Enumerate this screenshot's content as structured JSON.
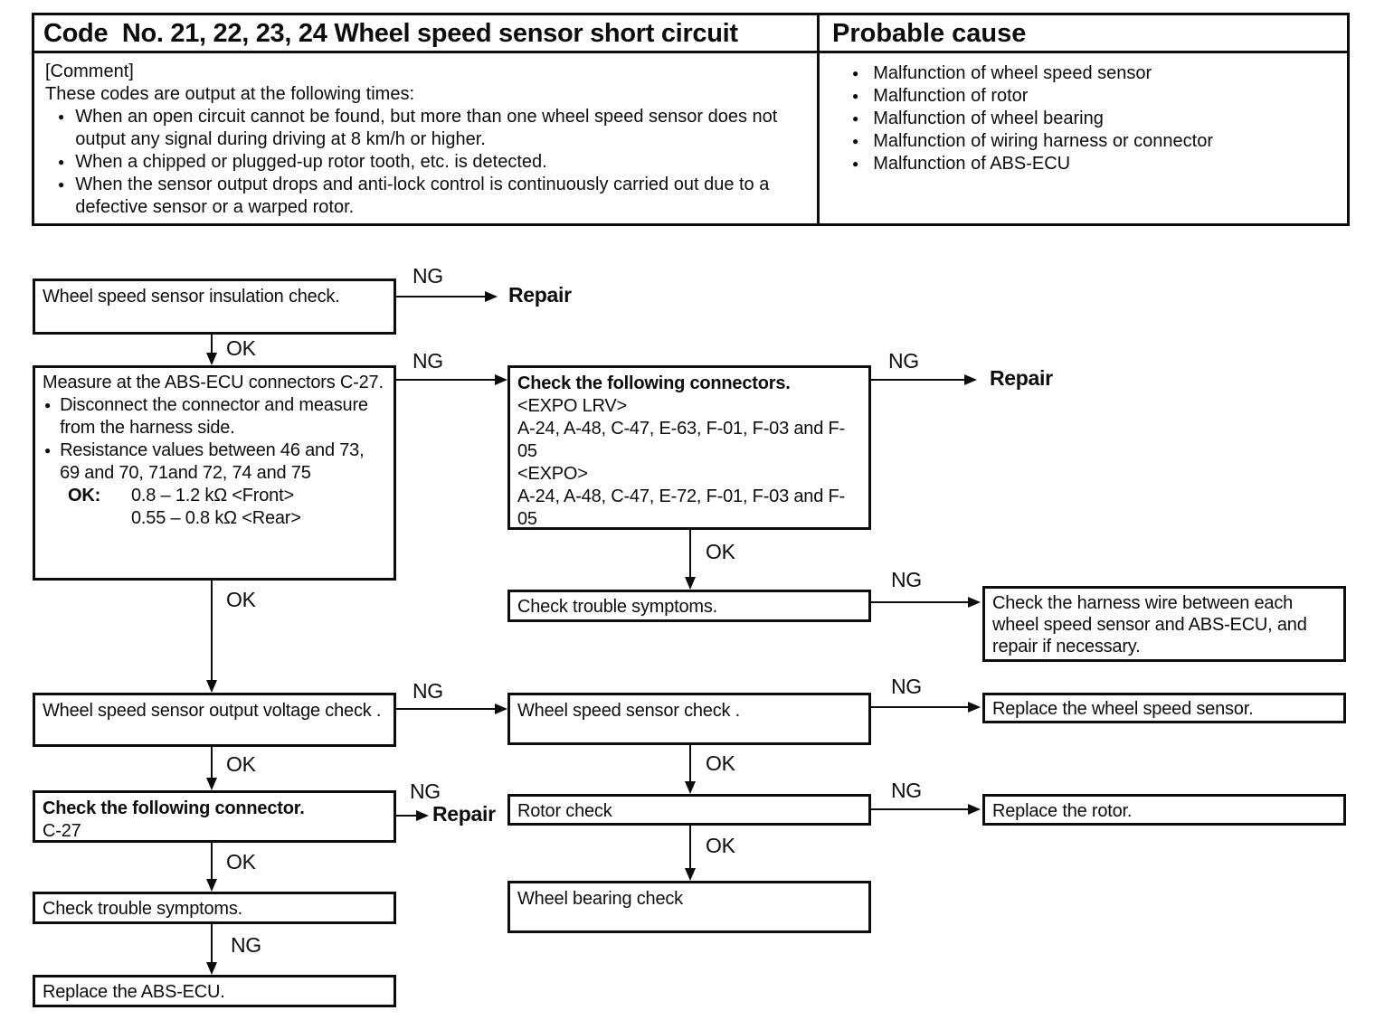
{
  "table": {
    "code_title": "Code  No. 21, 22, 23, 24 Wheel speed sensor short circuit",
    "cause_title": "Probable cause",
    "comment_heading": "[Comment]",
    "comment_intro": "These codes are output at the following times:",
    "comment_items": [
      "When an open circuit cannot be found, but more than one wheel speed sensor does not output any signal during driving at 8 km/h or higher.",
      "When a chipped or plugged-up rotor tooth, etc. is detected.",
      "When the sensor output drops and anti-lock control is continuously carried out due to a defective sensor or a warped rotor."
    ],
    "causes": [
      "Malfunction of wheel speed sensor",
      "Malfunction of rotor",
      "Malfunction of wheel bearing",
      "Malfunction of wiring harness or connector",
      "Malfunction of ABS-ECU"
    ]
  },
  "labels": {
    "ng": "NG",
    "ok": "OK",
    "repair": "Repair"
  },
  "boxes": {
    "insulation_check": "Wheel speed sensor insulation check.",
    "measure_ecu": {
      "intro": "Measure at the ABS-ECU connectors C-27.",
      "bullets": [
        "Disconnect the connector and measure from the harness side.",
        "Resistance values between 46 and 73, 69 and 70, 71and 72, 74 and 75"
      ],
      "ok_label": "OK:",
      "ok_values": [
        "0.8 – 1.2 kΩ <Front>",
        "0.55 – 0.8 kΩ <Rear>"
      ]
    },
    "check_connectors": {
      "title": "Check the following connectors.",
      "lines": [
        "<EXPO LRV>",
        "A-24, A-48, C-47, E-63, F-01, F-03 and F-05",
        "<EXPO>",
        "A-24, A-48, C-47, E-72, F-01, F-03 and F-05"
      ]
    },
    "check_trouble_1": "Check trouble symptoms.",
    "harness_wire": "Check the harness wire between each wheel speed sensor and ABS-ECU, and repair if necessary.",
    "output_voltage": "Wheel speed sensor output voltage check .",
    "sensor_check": "Wheel speed sensor check .",
    "replace_sensor": "Replace the wheel speed sensor.",
    "check_connector_c27": {
      "title": "Check the following connector.",
      "code": "C-27"
    },
    "rotor_check": "Rotor check",
    "replace_rotor": "Replace the rotor.",
    "check_trouble_2": "Check trouble symptoms.",
    "replace_ecu": "Replace the ABS-ECU.",
    "wheel_bearing": "Wheel bearing check"
  }
}
